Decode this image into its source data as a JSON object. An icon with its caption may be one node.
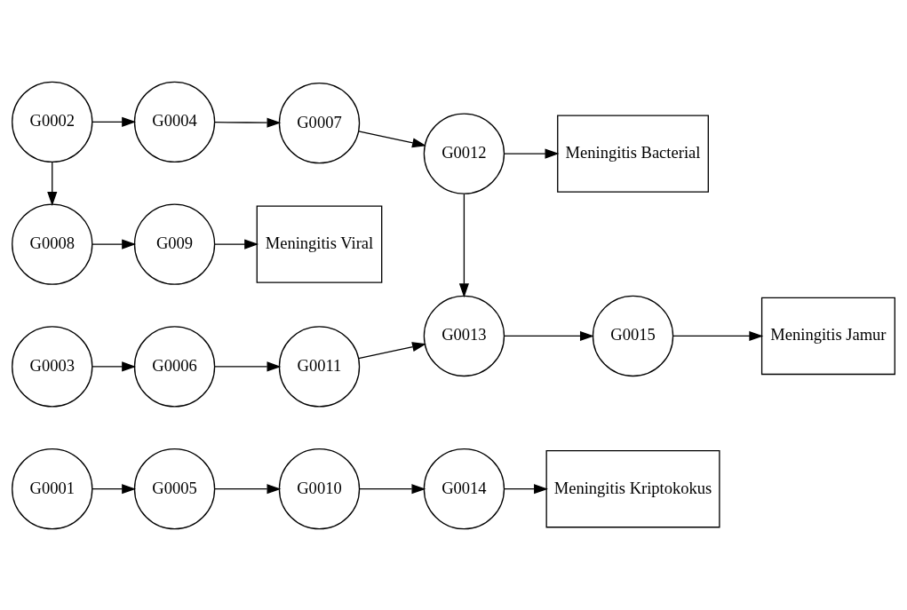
{
  "diagram": {
    "nodes": [
      {
        "text": [
          "G0001"
        ]
      },
      {
        "text": [
          "G0005"
        ]
      },
      {
        "text": [
          "G0010"
        ]
      },
      {
        "text": [
          "G0014"
        ]
      },
      {
        "text": [
          "Meningitis Kriptokokus"
        ]
      },
      {
        "text": [
          "G0008"
        ]
      },
      {
        "text": [
          "G009"
        ]
      },
      {
        "text": [
          "Meningitis Viral"
        ]
      },
      {
        "text": [
          "G0002"
        ]
      },
      {
        "text": [
          "G0004"
        ]
      },
      {
        "text": [
          "G0007"
        ]
      },
      {
        "text": [
          "G0012"
        ]
      },
      {
        "text": [
          "Meningitis Bacterial"
        ]
      },
      {
        "text": [
          "G0003"
        ]
      },
      {
        "text": [
          "G0006"
        ]
      },
      {
        "text": [
          "G0011"
        ]
      },
      {
        "text": [
          "G0013"
        ]
      },
      {
        "text": [
          "G0015"
        ]
      },
      {
        "text": [
          "Meningitis Jamur"
        ]
      }
    ],
    "edges": [
      {
        "from": 0,
        "to": 1,
        "arrow": "to"
      },
      {
        "from": 1,
        "to": 2,
        "arrow": "to"
      },
      {
        "from": 2,
        "to": 3,
        "arrow": "to"
      },
      {
        "from": 3,
        "to": 4,
        "arrow": "to"
      },
      {
        "from": 5,
        "to": 6,
        "arrow": "to"
      },
      {
        "from": 6,
        "to": 7,
        "arrow": "to"
      },
      {
        "from": 8,
        "to": 5,
        "arrow": "to"
      },
      {
        "from": 8,
        "to": 9,
        "arrow": "to"
      },
      {
        "from": 9,
        "to": 10,
        "arrow": "to"
      },
      {
        "from": 10,
        "to": 11,
        "arrow": "to"
      },
      {
        "from": 11,
        "to": 12,
        "arrow": "to"
      },
      {
        "from": 11,
        "to": 16,
        "arrow": "to"
      },
      {
        "from": 13,
        "to": 14,
        "arrow": "to"
      },
      {
        "from": 14,
        "to": 15,
        "arrow": "to"
      },
      {
        "from": 15,
        "to": 16,
        "arrow": "to"
      },
      {
        "from": 16,
        "to": 17,
        "arrow": "to"
      },
      {
        "from": 17,
        "to": 18,
        "arrow": "to"
      }
    ]
  }
}
